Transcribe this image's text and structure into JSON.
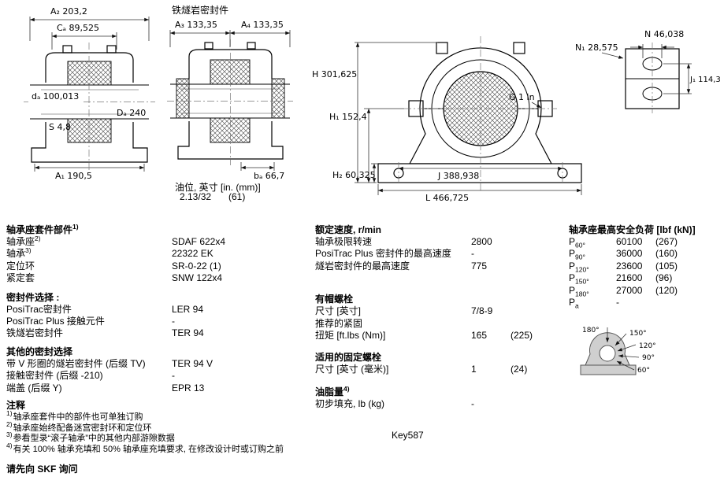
{
  "page": {
    "key_label": "Key587"
  },
  "drawings": {
    "side_view": {
      "a2": "A₂ 203,2",
      "ca": "Cₐ 89,525",
      "da": "dₐ 100,013",
      "s": "S 4,8",
      "Da": "Dₐ 240",
      "a1": "A₁ 190,5"
    },
    "taconite_view": {
      "header": "铁燧岩密封件",
      "a3": "A₃ 133,35",
      "a4": "A₄ 133,35",
      "ba": "bₐ 66,7",
      "oil_label": "油位, 英寸 [in. (mm)]",
      "oil_v1": "2.13/32",
      "oil_v2": "(61)"
    },
    "front_view": {
      "h": "H 301,625",
      "h1": "H₁ 152,4",
      "h2": "H₂ 60,325",
      "j": "J 388,938",
      "l": "L 466,725",
      "g": "G 1 in"
    },
    "end_view": {
      "n": "N 46,038",
      "n1": "N₁ 28,575",
      "j1": "J₁ 114,3"
    }
  },
  "components": {
    "title": "轴承座套件部件",
    "title_sup": "1)",
    "rows": [
      {
        "label": "轴承座",
        "sup": "2)",
        "value": "SDAF 622x4"
      },
      {
        "label": "轴承",
        "sup": "3)",
        "value": "22322 EK"
      },
      {
        "label": "定位环",
        "sup": "",
        "value": "SR-0-22 (1)"
      },
      {
        "label": "紧定套",
        "sup": "",
        "value": "SNW 122x4"
      }
    ],
    "seal_title": "密封件选择 :",
    "seal_rows": [
      {
        "label": "PosiTrac密封件",
        "value": "LER 94"
      },
      {
        "label": "PosiTrac Plus 接触元件",
        "value": "-"
      },
      {
        "label": "铁燧岩密封件",
        "value": "TER 94"
      }
    ],
    "other_title": "其他的密封选择",
    "other_rows": [
      {
        "label": "带 V 形圈的燧岩密封件 (后缀 TV)",
        "value": "TER 94 V"
      },
      {
        "label": "接触密封件 (后缀 -210)",
        "value": "-"
      },
      {
        "label": "端盖 (后缀 Y)",
        "value": "EPR 13"
      }
    ]
  },
  "speeds": {
    "title": "额定速度, r/min",
    "rows": [
      {
        "label": "轴承极限转速",
        "value": "2800"
      },
      {
        "label": "PosiTrac Plus 密封件的最高速度",
        "value": "-"
      },
      {
        "label": "燧岩密封件的最高速度",
        "value": "775"
      }
    ]
  },
  "cap_bolts": {
    "title": "有帽螺栓",
    "size_label": "尺寸 [英寸]",
    "size_value": "7/8-9",
    "recommend_label": "推荐的紧固",
    "torque_label": "扭矩 [ft.lbs (Nm)]",
    "torque_v1": "165",
    "torque_v2": "(225)"
  },
  "attach_bolts": {
    "title": "适用的固定螺栓",
    "size_label": "尺寸 [英寸 (毫米)]",
    "size_v1": "1",
    "size_v2": "(24)"
  },
  "grease": {
    "title": "油脂量",
    "title_sup": "4)",
    "label": "初步填充, lb (kg)",
    "value": "-"
  },
  "loads": {
    "title": "轴承座最高安全负荷 [lbf (kN)]",
    "rows": [
      {
        "sym": "P",
        "sub": "60°",
        "v1": "60100",
        "v2": "(267)"
      },
      {
        "sym": "P",
        "sub": "90°",
        "v1": "36000",
        "v2": "(160)"
      },
      {
        "sym": "P",
        "sub": "120°",
        "v1": "23600",
        "v2": "(105)"
      },
      {
        "sym": "P",
        "sub": "150°",
        "v1": "21600",
        "v2": "(96)"
      },
      {
        "sym": "P",
        "sub": "180°",
        "v1": "27000",
        "v2": "(120)"
      },
      {
        "sym": "P",
        "sub": "a",
        "v1": "-",
        "v2": ""
      }
    ],
    "angles": [
      "180°",
      "150°",
      "120°",
      "90°",
      "60°"
    ]
  },
  "notes": {
    "title": "注释",
    "items": [
      {
        "sup": "1)",
        "text": "轴承座套件中的部件也可单独订购"
      },
      {
        "sup": "2)",
        "text": "轴承座始终配备迷宫密封环和定位环"
      },
      {
        "sup": "3)",
        "text": "参看型录“滚子轴承”中的其他内部游隙数据"
      },
      {
        "sup": "4)",
        "text": "有关 100% 轴承充填和 50% 轴承座充填要求, 在修改设计时或订购之前"
      }
    ],
    "footer": "请先向 SKF 询问"
  }
}
